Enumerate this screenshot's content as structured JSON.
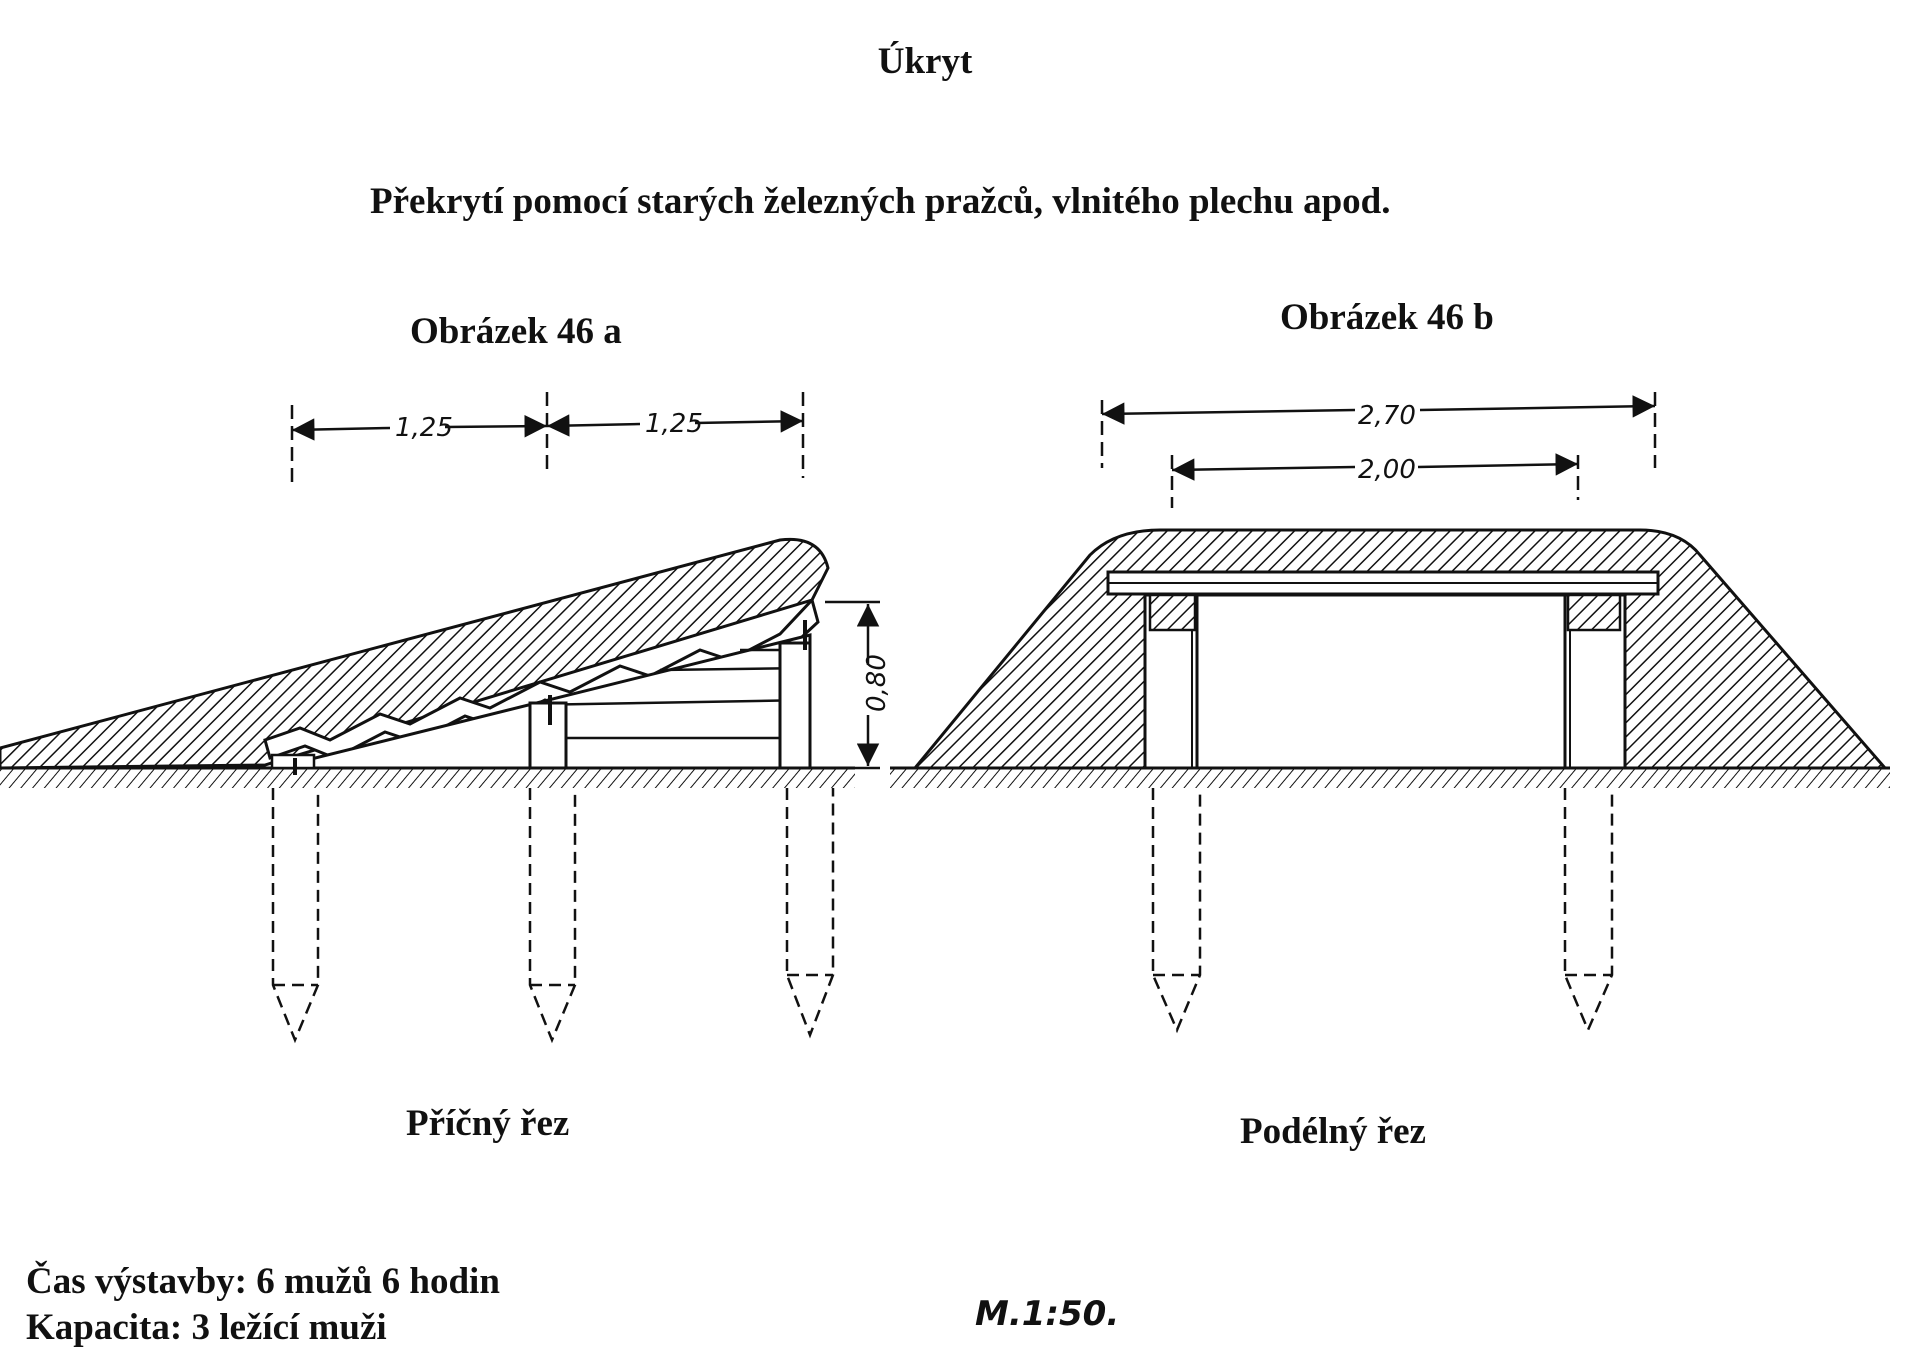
{
  "title": "Úkryt",
  "subtitle": "Překrytí pomocí starých železných pražců, vlnitého plechu apod.",
  "figure_a": {
    "label": "Obrázek 46 a",
    "caption": "Příčný řez",
    "dim_left": "1,25",
    "dim_right": "1,25",
    "dim_height": "0,80"
  },
  "figure_b": {
    "label": "Obrázek 46 b",
    "caption": "Podélný řez",
    "dim_outer": "2,70",
    "dim_inner": "2,00"
  },
  "footer": {
    "build_time": "Čas výstavby: 6 mužů 6 hodin",
    "capacity": "Kapacita: 3 ležící muži"
  },
  "scale": "M.1:50."
}
